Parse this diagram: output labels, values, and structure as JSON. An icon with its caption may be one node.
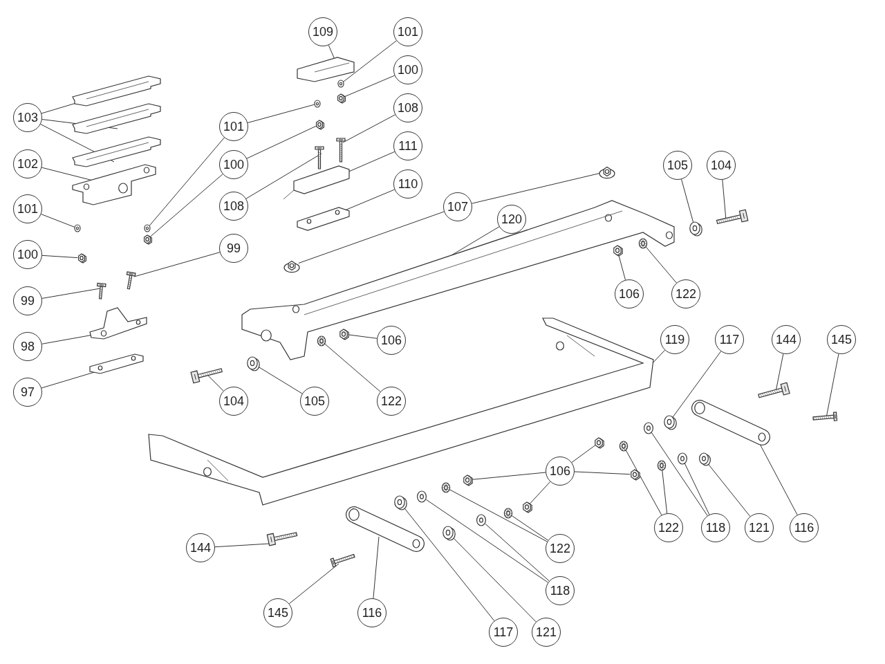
{
  "diagram": {
    "nodes": [
      {
        "text": [
          "109"
        ]
      },
      {
        "text": [
          "101"
        ]
      },
      {
        "text": [
          "100"
        ]
      },
      {
        "text": [
          "108"
        ]
      },
      {
        "text": [
          "103"
        ]
      },
      {
        "text": [
          "101"
        ]
      },
      {
        "text": [
          "111"
        ]
      },
      {
        "text": [
          "102"
        ]
      },
      {
        "text": [
          "100"
        ]
      },
      {
        "text": [
          "105"
        ]
      },
      {
        "text": [
          "104"
        ]
      },
      {
        "text": [
          "110"
        ]
      },
      {
        "text": [
          "108"
        ]
      },
      {
        "text": [
          "101"
        ]
      },
      {
        "text": [
          "107"
        ]
      },
      {
        "text": [
          "120"
        ]
      },
      {
        "text": [
          "99"
        ]
      },
      {
        "text": [
          "100"
        ]
      },
      {
        "text": [
          "106"
        ]
      },
      {
        "text": [
          "122"
        ]
      },
      {
        "text": [
          "99"
        ]
      },
      {
        "text": [
          "106"
        ]
      },
      {
        "text": [
          "119"
        ]
      },
      {
        "text": [
          "117"
        ]
      },
      {
        "text": [
          "144"
        ]
      },
      {
        "text": [
          "145"
        ]
      },
      {
        "text": [
          "98"
        ]
      },
      {
        "text": [
          "97"
        ]
      },
      {
        "text": [
          "104"
        ]
      },
      {
        "text": [
          "105"
        ]
      },
      {
        "text": [
          "122"
        ]
      },
      {
        "text": [
          "106"
        ]
      },
      {
        "text": [
          "122"
        ]
      },
      {
        "text": [
          "118"
        ]
      },
      {
        "text": [
          "121"
        ]
      },
      {
        "text": [
          "116"
        ]
      },
      {
        "text": [
          "144"
        ]
      },
      {
        "text": [
          "122"
        ]
      },
      {
        "text": [
          "118"
        ]
      },
      {
        "text": [
          "145"
        ]
      },
      {
        "text": [
          "116"
        ]
      },
      {
        "text": [
          "117"
        ]
      },
      {
        "text": [
          "121"
        ]
      },
      {
        "text": [],
        "shape": "picture"
      },
      {
        "text": [],
        "shape": "picture"
      },
      {
        "text": [],
        "shape": "picture"
      },
      {
        "text": [],
        "shape": "picture"
      },
      {
        "text": [],
        "shape": "picture"
      },
      {
        "text": [],
        "shape": "picture"
      },
      {
        "text": [],
        "shape": "picture"
      },
      {
        "text": [],
        "shape": "picture"
      },
      {
        "text": [],
        "shape": "picture"
      },
      {
        "text": [],
        "shape": "picture"
      },
      {
        "text": [],
        "shape": "picture"
      },
      {
        "text": [],
        "shape": "picture"
      },
      {
        "text": [],
        "shape": "picture"
      },
      {
        "text": [],
        "shape": "picture"
      },
      {
        "text": [],
        "shape": "picture"
      },
      {
        "text": [],
        "shape": "picture"
      },
      {
        "text": [],
        "shape": "picture"
      },
      {
        "text": [],
        "shape": "picture"
      },
      {
        "text": [],
        "shape": "picture"
      },
      {
        "text": [],
        "shape": "picture"
      },
      {
        "text": [],
        "shape": "picture"
      },
      {
        "text": [],
        "shape": "picture"
      },
      {
        "text": [],
        "shape": "picture"
      },
      {
        "text": [],
        "shape": "picture"
      },
      {
        "text": [],
        "shape": "picture"
      },
      {
        "text": [],
        "shape": "picture"
      },
      {
        "text": [],
        "shape": "picture"
      },
      {
        "text": [],
        "shape": "picture"
      },
      {
        "text": [],
        "shape": "picture"
      },
      {
        "text": [],
        "shape": "picture"
      },
      {
        "text": [],
        "shape": "picture"
      },
      {
        "text": [],
        "shape": "picture"
      },
      {
        "text": [],
        "shape": "picture"
      },
      {
        "text": [],
        "shape": "picture"
      },
      {
        "text": [],
        "shape": "picture"
      },
      {
        "text": [],
        "shape": "picture"
      },
      {
        "text": [],
        "shape": "picture"
      },
      {
        "text": [],
        "shape": "picture"
      },
      {
        "text": [],
        "shape": "picture"
      },
      {
        "text": [],
        "shape": "picture"
      },
      {
        "text": [],
        "shape": "picture"
      },
      {
        "text": [],
        "shape": "picture"
      },
      {
        "text": [],
        "shape": "picture"
      },
      {
        "text": [],
        "shape": "picture"
      },
      {
        "text": [],
        "shape": "picture"
      },
      {
        "text": [],
        "shape": "picture"
      },
      {
        "text": [],
        "shape": "picture"
      },
      {
        "text": [],
        "shape": "picture"
      },
      {
        "text": [],
        "shape": "picture"
      },
      {
        "text": [],
        "shape": "picture"
      },
      {
        "text": [],
        "shape": "picture"
      },
      {
        "text": [],
        "shape": "picture"
      },
      {
        "text": [],
        "shape": "picture"
      },
      {
        "text": [],
        "shape": "picture"
      },
      {
        "text": [],
        "shape": "picture"
      }
    ],
    "edges": [
      {
        "from": 0,
        "to": 43,
        "arrow": "none"
      },
      {
        "from": 1,
        "to": 44,
        "arrow": "none"
      },
      {
        "from": 2,
        "to": 45,
        "arrow": "none"
      },
      {
        "from": 3,
        "to": 46,
        "arrow": "none"
      },
      {
        "from": 4,
        "to": 47,
        "arrow": "none"
      },
      {
        "from": 4,
        "to": 48,
        "arrow": "none"
      },
      {
        "from": 4,
        "to": 49,
        "arrow": "none"
      },
      {
        "from": 5,
        "to": 50,
        "arrow": "none"
      },
      {
        "from": 5,
        "to": 96,
        "arrow": "none"
      },
      {
        "from": 6,
        "to": 51,
        "arrow": "none"
      },
      {
        "from": 7,
        "to": 52,
        "arrow": "none"
      },
      {
        "from": 8,
        "to": 53,
        "arrow": "none"
      },
      {
        "from": 8,
        "to": 97,
        "arrow": "none"
      },
      {
        "from": 9,
        "to": 54,
        "arrow": "none"
      },
      {
        "from": 10,
        "to": 55,
        "arrow": "none"
      },
      {
        "from": 11,
        "to": 56,
        "arrow": "none"
      },
      {
        "from": 12,
        "to": 57,
        "arrow": "none"
      },
      {
        "from": 13,
        "to": 58,
        "arrow": "none"
      },
      {
        "from": 14,
        "to": 59,
        "arrow": "none"
      },
      {
        "from": 14,
        "to": 60,
        "arrow": "none"
      },
      {
        "from": 15,
        "to": 61,
        "arrow": "none"
      },
      {
        "from": 16,
        "to": 62,
        "arrow": "none"
      },
      {
        "from": 17,
        "to": 63,
        "arrow": "none"
      },
      {
        "from": 18,
        "to": 64,
        "arrow": "none"
      },
      {
        "from": 19,
        "to": 65,
        "arrow": "none"
      },
      {
        "from": 20,
        "to": 66,
        "arrow": "none"
      },
      {
        "from": 21,
        "to": 67,
        "arrow": "none"
      },
      {
        "from": 22,
        "to": 69,
        "arrow": "none"
      },
      {
        "from": 23,
        "to": 70,
        "arrow": "none"
      },
      {
        "from": 24,
        "to": 71,
        "arrow": "none"
      },
      {
        "from": 25,
        "to": 72,
        "arrow": "none"
      },
      {
        "from": 26,
        "to": 73,
        "arrow": "none"
      },
      {
        "from": 27,
        "to": 74,
        "arrow": "none"
      },
      {
        "from": 28,
        "to": 75,
        "arrow": "none"
      },
      {
        "from": 29,
        "to": 76,
        "arrow": "none"
      },
      {
        "from": 30,
        "to": 68,
        "arrow": "none"
      },
      {
        "from": 31,
        "to": 77,
        "arrow": "none"
      },
      {
        "from": 31,
        "to": 78,
        "arrow": "none"
      },
      {
        "from": 31,
        "to": 79,
        "arrow": "none"
      },
      {
        "from": 31,
        "to": 80,
        "arrow": "none"
      },
      {
        "from": 32,
        "to": 81,
        "arrow": "none"
      },
      {
        "from": 32,
        "to": 82,
        "arrow": "none"
      },
      {
        "from": 33,
        "to": 83,
        "arrow": "none"
      },
      {
        "from": 33,
        "to": 84,
        "arrow": "none"
      },
      {
        "from": 34,
        "to": 85,
        "arrow": "none"
      },
      {
        "from": 35,
        "to": 86,
        "arrow": "none"
      },
      {
        "from": 36,
        "to": 87,
        "arrow": "none"
      },
      {
        "from": 37,
        "to": 88,
        "arrow": "none"
      },
      {
        "from": 37,
        "to": 89,
        "arrow": "none"
      },
      {
        "from": 38,
        "to": 90,
        "arrow": "none"
      },
      {
        "from": 38,
        "to": 91,
        "arrow": "none"
      },
      {
        "from": 39,
        "to": 92,
        "arrow": "none"
      },
      {
        "from": 40,
        "to": 93,
        "arrow": "none"
      },
      {
        "from": 41,
        "to": 94,
        "arrow": "none"
      },
      {
        "from": 42,
        "to": 95,
        "arrow": "none"
      }
    ]
  }
}
